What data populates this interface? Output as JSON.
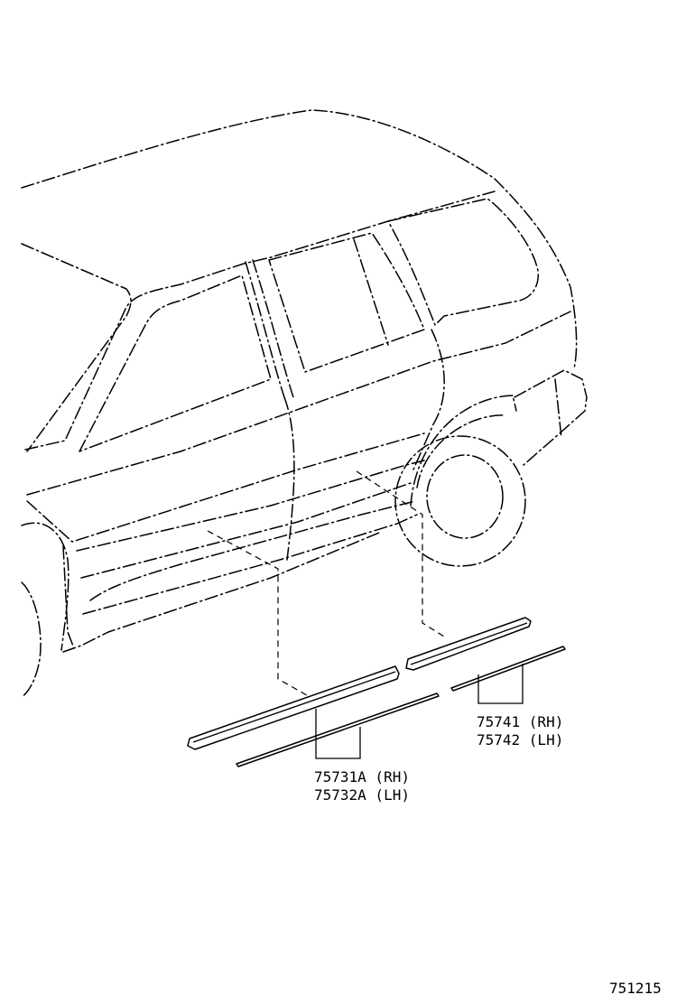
{
  "callouts": {
    "front_moulding": {
      "line1": "75731A (RH)",
      "line2": "75732A (LH)"
    },
    "rear_moulding": {
      "line1": "75741 (RH)",
      "line2": "75742 (LH)"
    }
  },
  "figure_id": "751215",
  "colors": {
    "ink": "#000000",
    "paper": "#ffffff"
  }
}
